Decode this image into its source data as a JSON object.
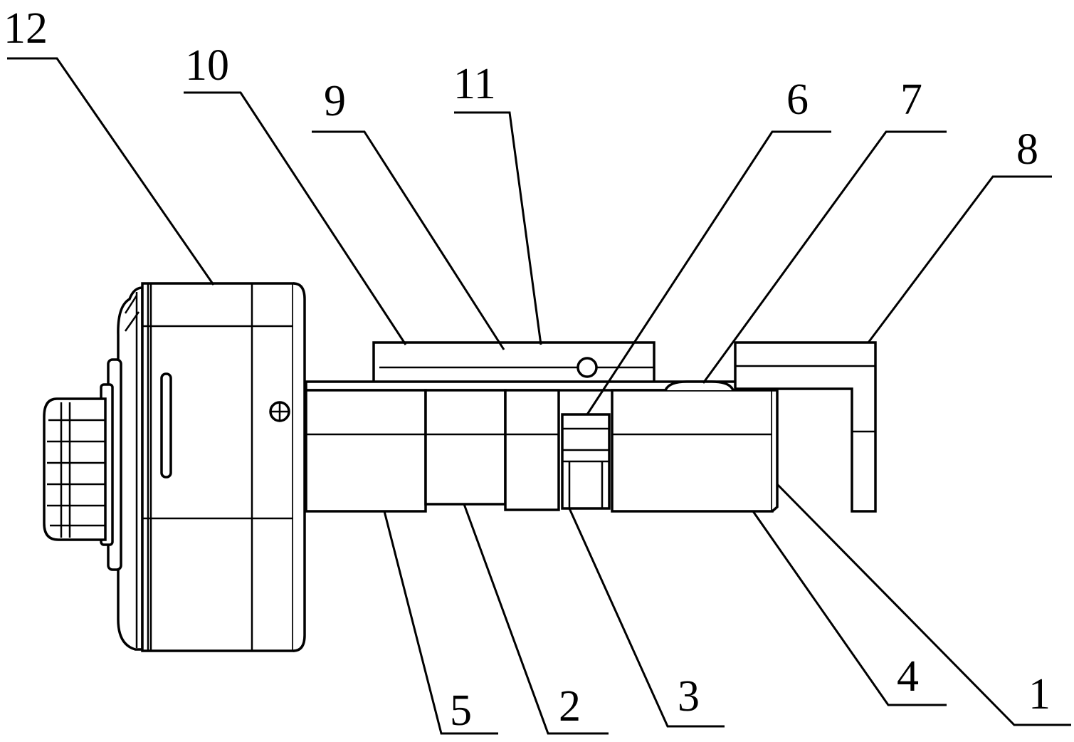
{
  "diagram": {
    "callouts": [
      {
        "id": "c12",
        "text": "12"
      },
      {
        "id": "c10",
        "text": "10"
      },
      {
        "id": "c9",
        "text": "9"
      },
      {
        "id": "c11",
        "text": "11"
      },
      {
        "id": "c6",
        "text": "6"
      },
      {
        "id": "c7",
        "text": "7"
      },
      {
        "id": "c8",
        "text": "8"
      },
      {
        "id": "c5",
        "text": "5"
      },
      {
        "id": "c2",
        "text": "2"
      },
      {
        "id": "c3",
        "text": "3"
      },
      {
        "id": "c4",
        "text": "4"
      },
      {
        "id": "c1",
        "text": "1"
      }
    ]
  }
}
